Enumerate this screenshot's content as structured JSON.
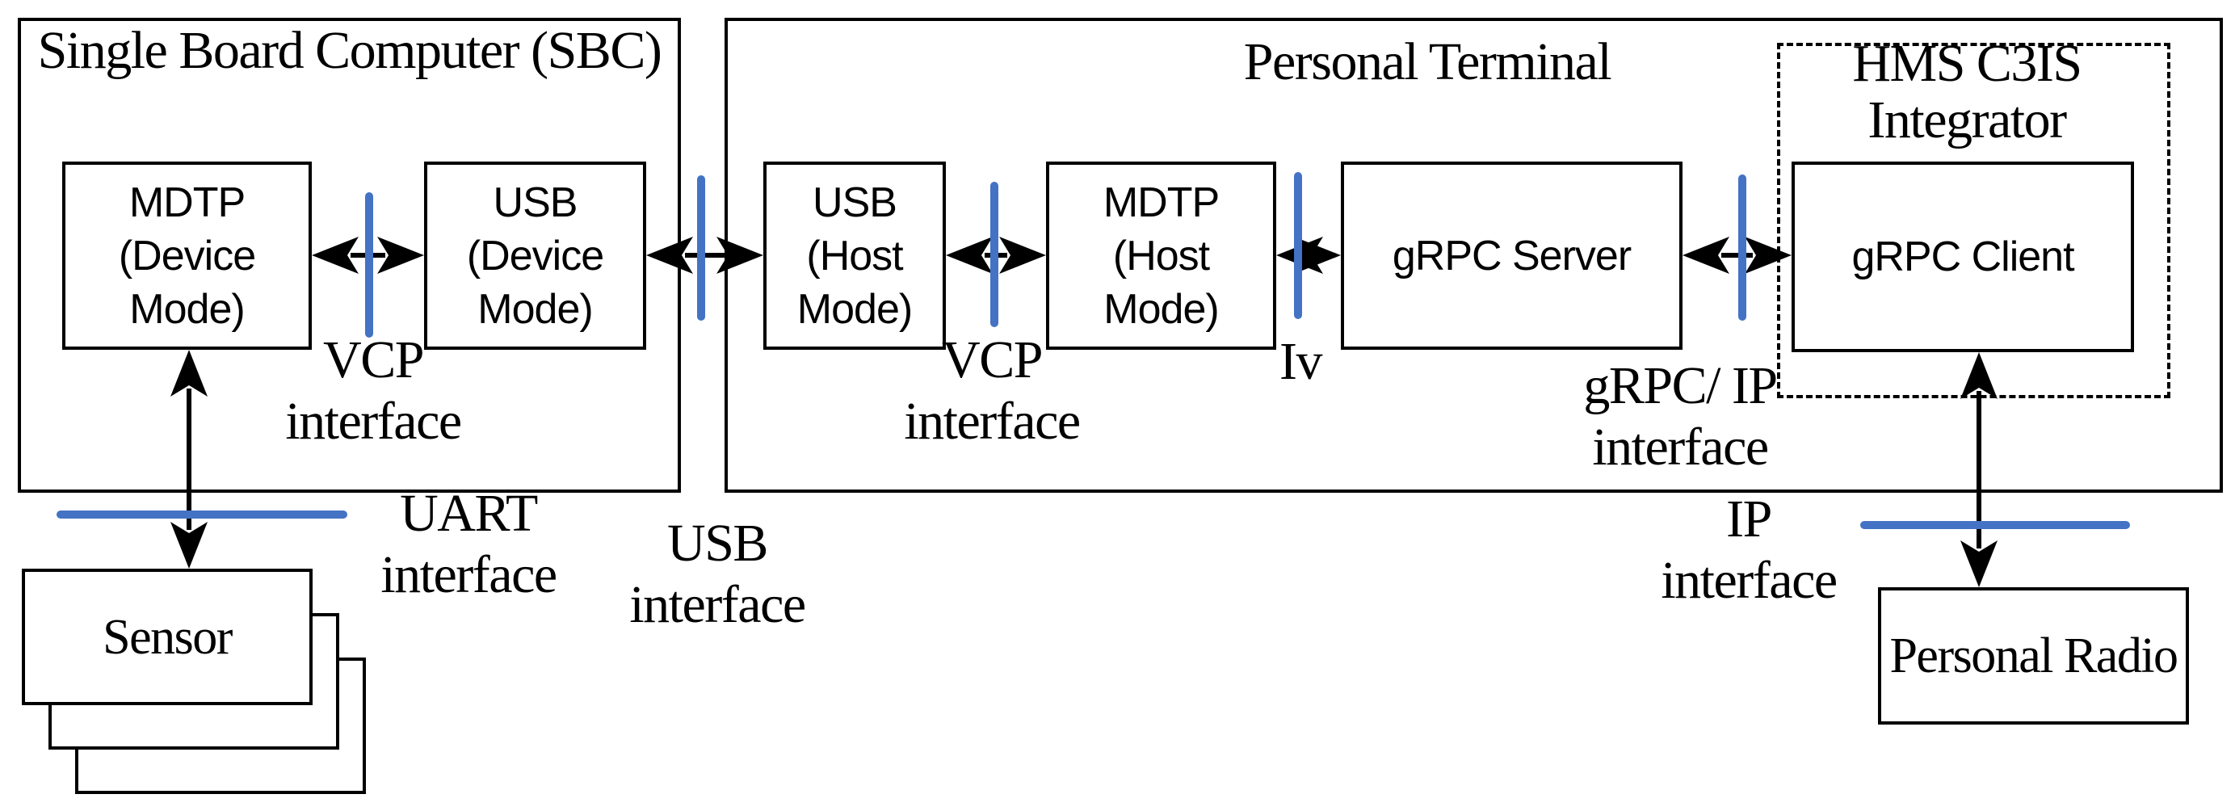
{
  "figure": {
    "type": "block-diagram"
  },
  "colors": {
    "accent_blue": "#4472C4",
    "line_black": "#000000"
  },
  "containers": {
    "sbc": {
      "title": "Single Board Computer (SBC)"
    },
    "terminal": {
      "title": "Personal Terminal"
    },
    "integrator": {
      "title_line1": "HMS C3IS",
      "title_line2": "Integrator"
    }
  },
  "boxes": {
    "mdtp_device": {
      "lines": [
        "MDTP",
        "(Device",
        "Mode)"
      ]
    },
    "usb_device": {
      "lines": [
        "USB",
        "(Device",
        "Mode)"
      ]
    },
    "usb_host": {
      "lines": [
        "USB",
        "(Host",
        "Mode)"
      ]
    },
    "mdtp_host": {
      "lines": [
        "MDTP",
        "(Host",
        "Mode)"
      ]
    },
    "grpc_server": {
      "label": "gRPC Server"
    },
    "grpc_client": {
      "label": "gRPC Client"
    },
    "sensor": {
      "label": "Sensor"
    },
    "personal_radio": {
      "label": "Personal Radio"
    }
  },
  "interface_labels": {
    "vcp_sbc": {
      "line1": "VCP",
      "line2": "interface"
    },
    "uart": {
      "line1": "UART",
      "line2": "interface"
    },
    "usb": {
      "line1": "USB",
      "line2": "interface"
    },
    "vcp_terminal": {
      "line1": "VCP",
      "line2": "interface"
    },
    "iv": {
      "line1": "Iv"
    },
    "grpc_ip": {
      "line1": "gRPC/ IP",
      "line2": "interface"
    },
    "ip": {
      "line1": "IP",
      "line2": "interface"
    }
  }
}
